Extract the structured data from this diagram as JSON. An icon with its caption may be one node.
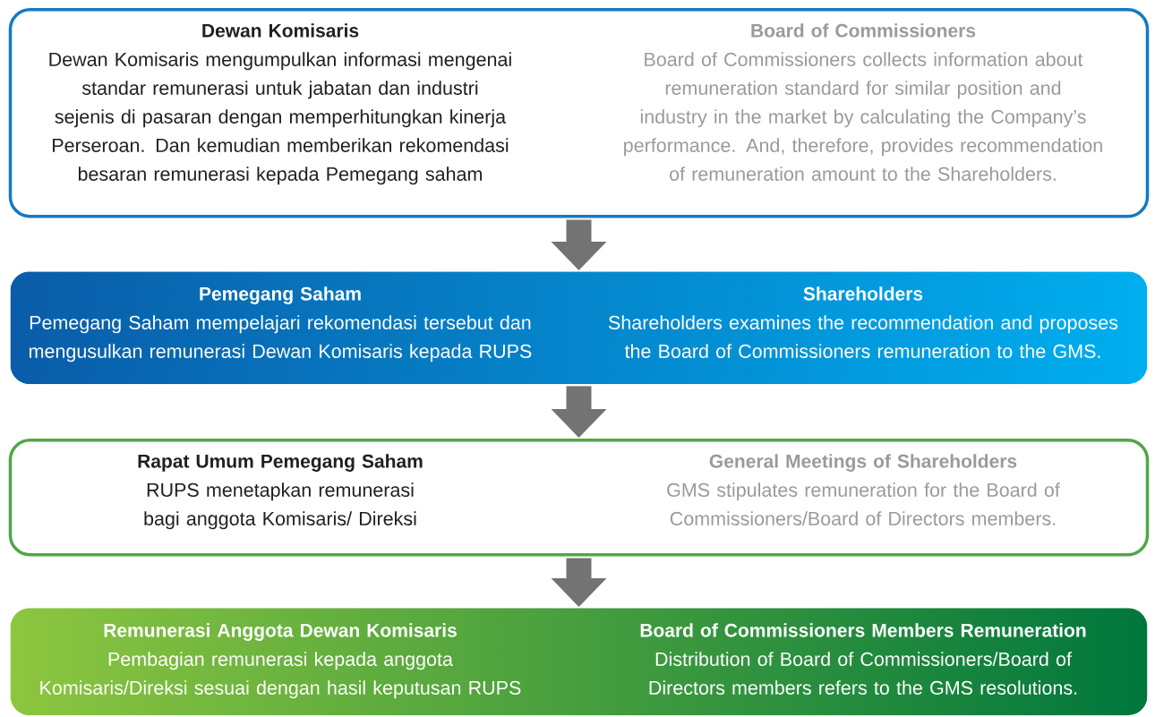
{
  "diagram": {
    "nodes": [
      {
        "text": [
          "Dewan Komisaris",
          "Dewan Komisaris mengumpulkan informasi mengenai standar remunerasi untuk jabatan dan industri sejenis di pasaran dengan memperhitungkan kinerja Perseroan. Dan kemudian memberikan rekomendasi besaran remunerasi kepada Pemegang saham",
          "Board of Commissioners",
          "Board of Commissioners collects information about remuneration standard for similar position and industry in the market by calculating the Company’s performance. And, therefore, provides recommendation of remuneration amount to the Shareholders."
        ]
      },
      {
        "text": [
          "Pemegang Saham",
          "Pemegang Saham mempelajari rekomendasi tersebut dan mengusulkan remunerasi Dewan Komisaris kepada RUPS",
          "Shareholders",
          "Shareholders examines the recommendation and proposes the Board of Commissioners remuneration to the GMS."
        ]
      },
      {
        "text": [
          "Rapat Umum Pemegang Saham",
          "RUPS menetapkan remunerasi bagi anggota Komisaris/ Direksi",
          "General Meetings of Shareholders",
          "GMS stipulates remuneration for the Board of Commissioners/Board of Directors members."
        ]
      },
      {
        "text": [
          "Remunerasi Anggota Dewan Komisaris",
          "Pembagian remunerasi kepada anggota Komisaris/Direksi sesuai dengan hasil keputusan RUPS",
          "Board of Commissioners Members Remuneration",
          "Distribution of Board of Commissioners/Board of Directors members refers to the GMS resolutions."
        ]
      }
    ],
    "edges": [
      {
        "from": 0,
        "to": 1,
        "arrow": "to"
      },
      {
        "from": 1,
        "to": 2,
        "arrow": "to"
      },
      {
        "from": 2,
        "to": 3,
        "arrow": "to"
      }
    ]
  }
}
